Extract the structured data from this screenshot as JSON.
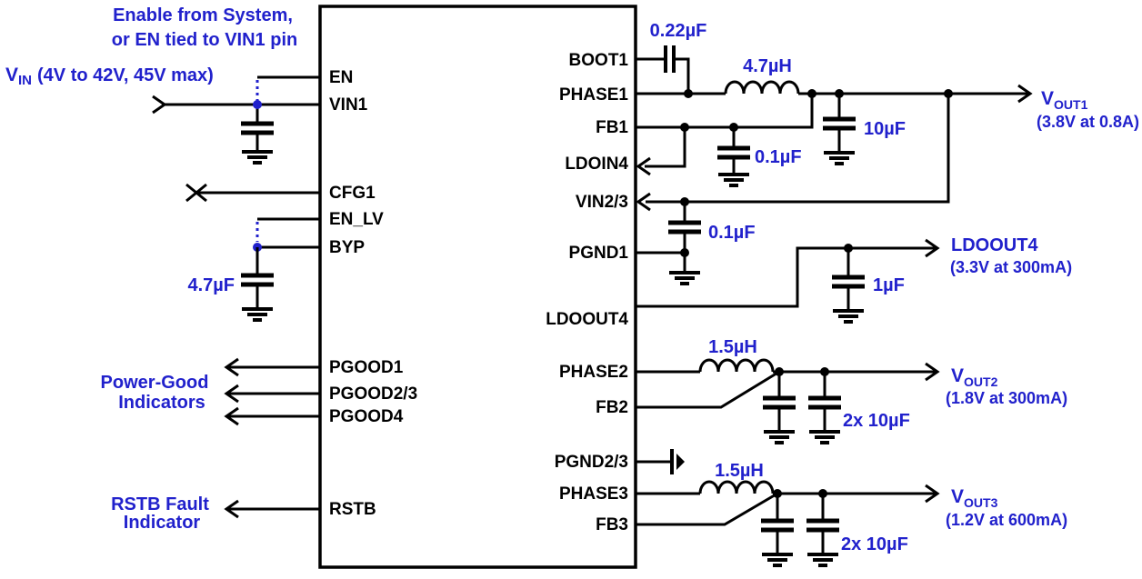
{
  "colors": {
    "annotation_blue": "#2121cc",
    "wire_black": "#000000",
    "background": "#ffffff"
  },
  "notes": {
    "enable1": "Enable from System,",
    "enable2": "or EN tied to VIN1 pin",
    "vin_main": "V",
    "vin_sub": "IN",
    "vin_rest": "(4V to 42V, 45V max)",
    "pgood1": "Power-Good",
    "pgood2": "Indicators",
    "rstb1": "RSTB Fault",
    "rstb2": "Indicator"
  },
  "chip": {
    "pins_left": [
      "EN",
      "VIN1",
      "CFG1",
      "EN_LV",
      "BYP",
      "PGOOD1",
      "PGOOD2/3",
      "PGOOD4",
      "RSTB"
    ],
    "pins_right": [
      "BOOT1",
      "PHASE1",
      "FB1",
      "LDOIN4",
      "VIN2/3",
      "PGND1",
      "LDOOUT4",
      "PHASE2",
      "FB2",
      "PGND2/3",
      "PHASE3",
      "FB3"
    ]
  },
  "components": {
    "c_boot1": "0.22µF",
    "l1": "4.7µH",
    "c_fb1": "0.1µF",
    "c_out1": "10µF",
    "c_vin23": "0.1µF",
    "c_byp": "4.7µF",
    "c_ldo4": "1µF",
    "l2": "1.5µH",
    "c_out2": "2x 10µF",
    "l3": "1.5µH",
    "c_out3": "2x 10µF"
  },
  "outputs": {
    "vout1": {
      "main": "V",
      "sub": "OUT1",
      "desc": "(3.8V at 0.8A)"
    },
    "ldoout4": {
      "label": "LDOOUT4",
      "desc": "(3.3V at 300mA)"
    },
    "vout2": {
      "main": "V",
      "sub": "OUT2",
      "desc": "(1.8V at 300mA)"
    },
    "vout3": {
      "main": "V",
      "sub": "OUT3",
      "desc": "(1.2V at 600mA)"
    }
  }
}
